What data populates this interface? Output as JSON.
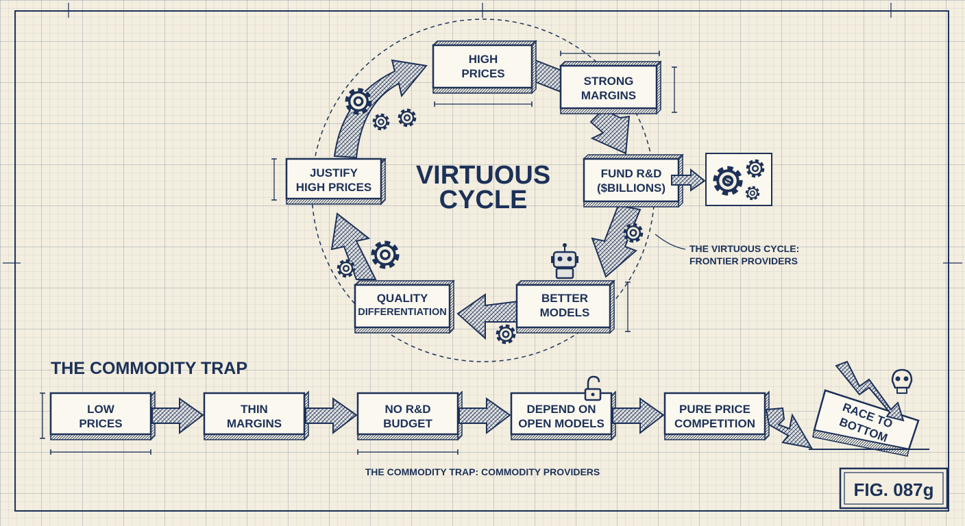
{
  "cycle": {
    "title_line1": "VIRTUOUS",
    "title_line2": "CYCLE",
    "high_prices": [
      "HIGH",
      "PRICES"
    ],
    "strong_margins": [
      "STRONG",
      "MARGINS"
    ],
    "fund_rd": [
      "FUND R&D",
      "($BILLIONS)"
    ],
    "better_models": [
      "BETTER",
      "MODELS"
    ],
    "quality_diff": [
      "QUALITY",
      "DIFFERENTIATION"
    ],
    "justify_prices": [
      "JUSTIFY",
      "HIGH PRICES"
    ],
    "caption": [
      "THE VIRTUOUS CYCLE:",
      "FRONTIER PROVIDERS"
    ]
  },
  "trap": {
    "heading": "THE COMMODITY TRAP",
    "low_prices": [
      "LOW",
      "PRICES"
    ],
    "thin_margins": [
      "THIN",
      "MARGINS"
    ],
    "no_rd": [
      "NO R&D",
      "BUDGET"
    ],
    "open_models": [
      "DEPEND ON",
      "OPEN MODELS"
    ],
    "price_competition": [
      "PURE PRICE",
      "COMPETITION"
    ],
    "race_bottom": [
      "RACE TO",
      "BOTTOM"
    ],
    "caption": "THE COMMODITY TRAP: COMMODITY PROVIDERS"
  },
  "figure_label": "FIG. 087g",
  "colors": {
    "ink": "#1c3158",
    "paper": "#f3eedf",
    "grid": "#8ea0bd"
  }
}
